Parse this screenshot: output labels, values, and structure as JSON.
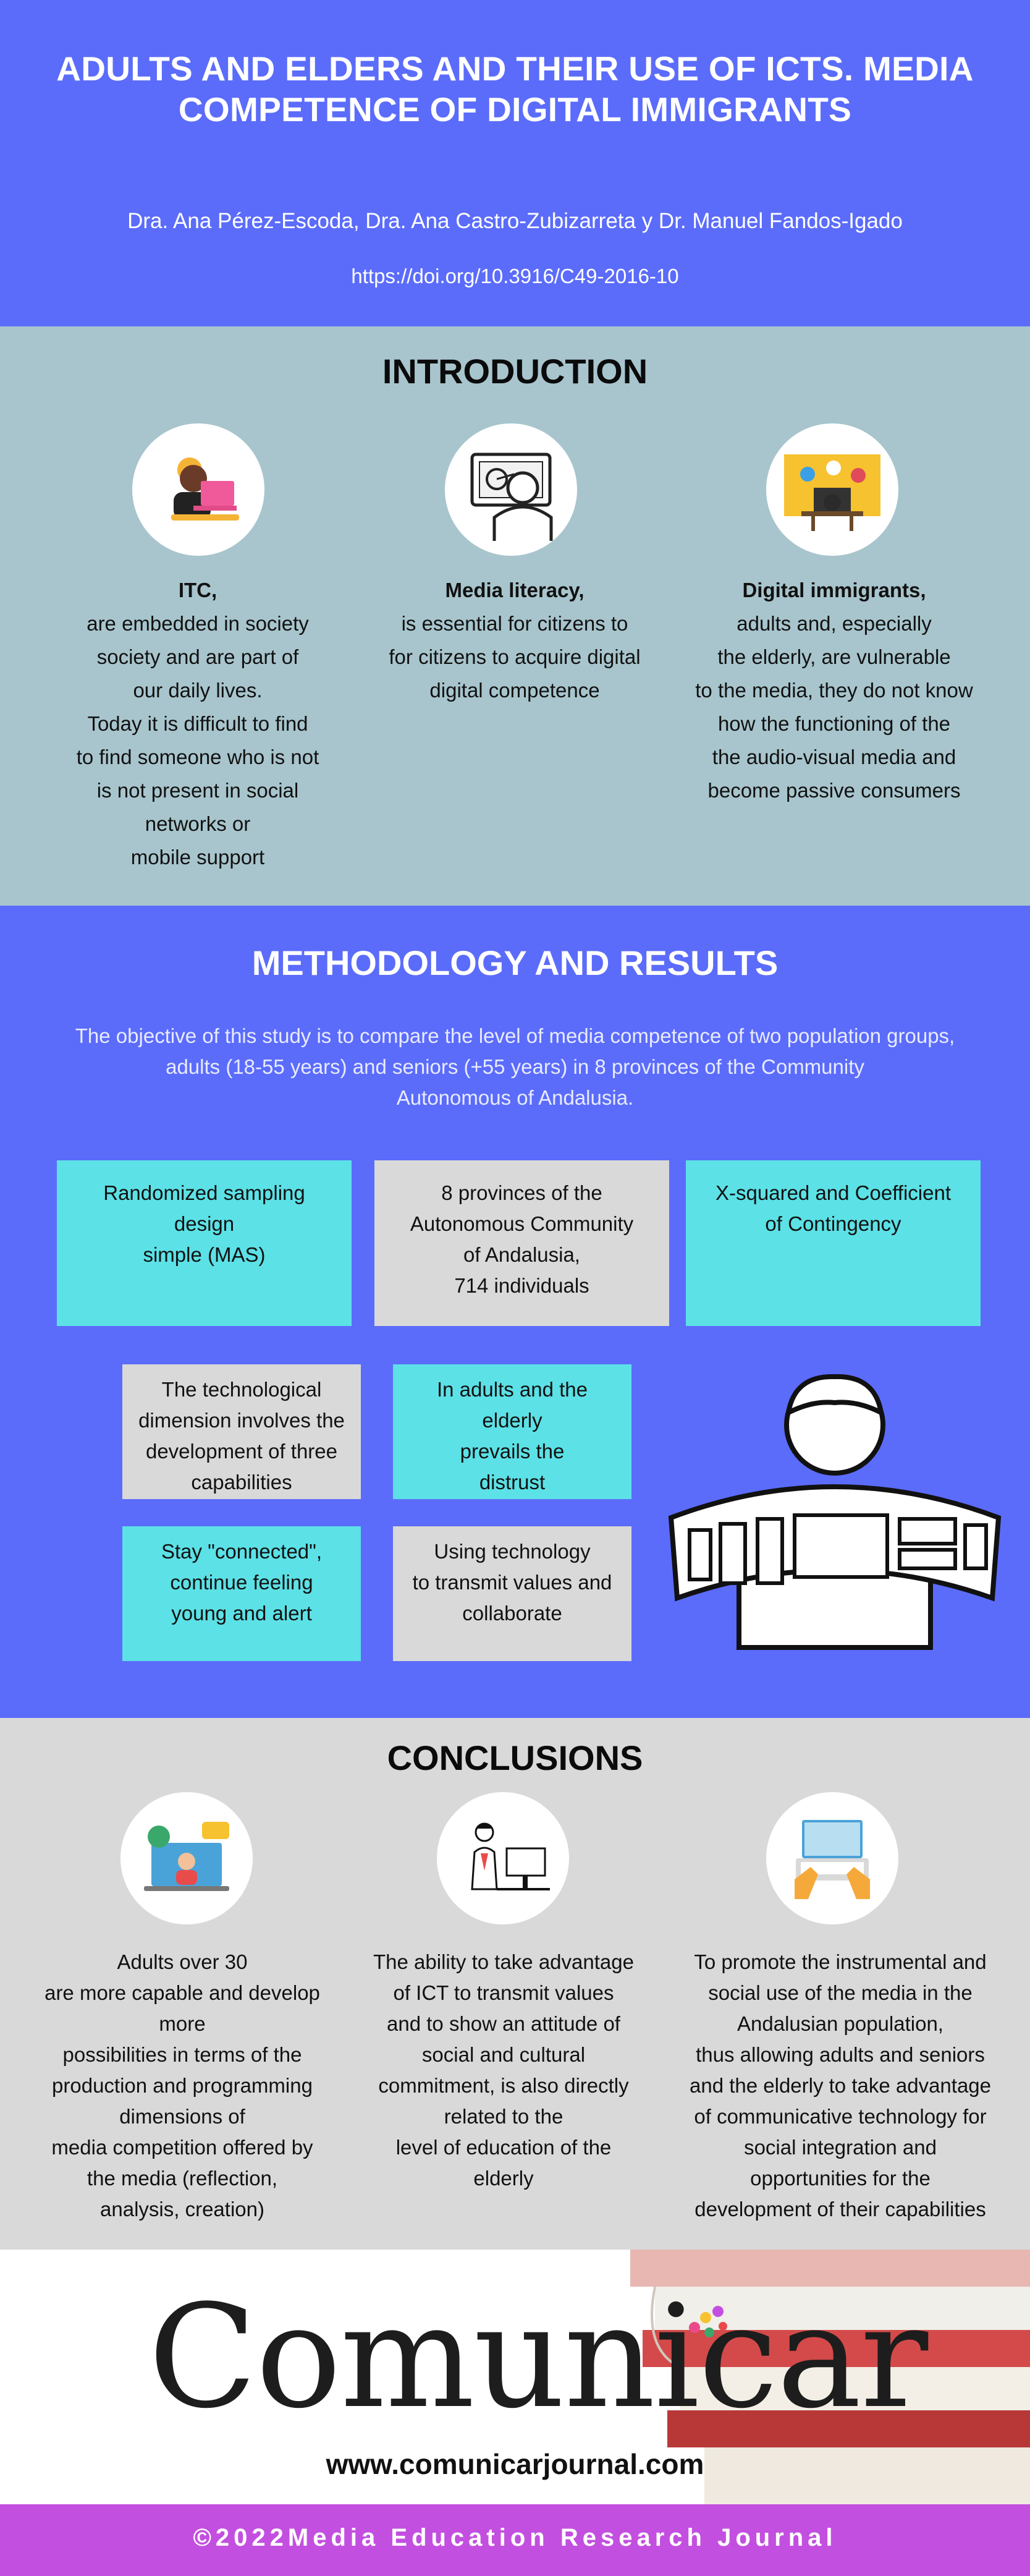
{
  "header": {
    "title": "ADULTS AND ELDERS AND THEIR USE OF ICTS. MEDIA COMPETENCE OF DIGITAL IMMIGRANTS",
    "authors": "Dra. Ana Pérez-Escoda, Dra. Ana Castro-Zubizarreta  y Dr. Manuel Fandos-Igado",
    "doi": "https://doi.org/10.3916/C49-2016-10"
  },
  "intro": {
    "heading": "INTRODUCTION",
    "columns": [
      {
        "icon": "woman-with-laptop-icon",
        "lead": "ITC,",
        "lines": [
          "are embedded in society",
          "society and are part of",
          "our daily lives.",
          "Today it is difficult to find",
          "to find someone who is not",
          "is not present in social",
          "networks or",
          "mobile support"
        ]
      },
      {
        "icon": "person-at-screen-icon",
        "lead": "Media literacy,",
        "lines": [
          "is essential for citizens to",
          "for citizens to acquire digital",
          "digital competence"
        ]
      },
      {
        "icon": "person-at-computer-icon",
        "lead": "Digital immigrants,",
        "lines": [
          "adults and, especially",
          "the elderly, are vulnerable",
          "to the media, they do not know",
          "how the functioning of the",
          "the audio-visual media and",
          "become passive consumers"
        ]
      }
    ]
  },
  "method": {
    "heading": "METHODOLOGY AND RESULTS",
    "objective": [
      "The objective of this study is to compare the level of media competence of two population groups,",
      "adults (18-55 years) and seniors (+55 years) in 8 provinces of the Community",
      "Autonomous of Andalusia."
    ],
    "top_boxes": [
      {
        "lines": [
          "Randomized sampling",
          "design",
          "simple (MAS)"
        ]
      },
      {
        "lines": [
          "8 provinces of the",
          "Autonomous Community",
          "of Andalusia,",
          "714 individuals"
        ]
      },
      {
        "lines": [
          "X-squared and Coefficient",
          "of Contingency"
        ]
      }
    ],
    "result_boxes": [
      {
        "lines": [
          "The technological",
          "dimension involves the",
          "development of three",
          "capabilities"
        ]
      },
      {
        "lines": [
          "In adults and the",
          "elderly",
          "prevails the",
          "distrust"
        ]
      },
      {
        "lines": [
          "Stay \"connected\",",
          "continue feeling",
          "young and alert"
        ]
      },
      {
        "lines": [
          "Using technology",
          "to transmit values and",
          "collaborate"
        ]
      }
    ],
    "illustration_icon": "person-with-screens-icon",
    "colors": {
      "cyan": "#5ce1e6",
      "grey": "#d9d9d9"
    }
  },
  "conclusions": {
    "heading": "CONCLUSIONS",
    "columns": [
      {
        "icon": "video-call-icon",
        "lines": [
          "Adults over 30",
          "are more capable and develop",
          "more",
          "possibilities in terms of the",
          "production and programming",
          "dimensions of",
          "media competition offered by",
          "the media (reflection,",
          "analysis, creation)"
        ]
      },
      {
        "icon": "woman-at-desktop-icon",
        "lines": [
          "The ability to take advantage",
          "of ICT to transmit values",
          "and to show an attitude of",
          "social and cultural",
          "commitment, is also directly",
          "related to the",
          "level of education of the",
          "elderly"
        ]
      },
      {
        "icon": "hands-on-laptop-icon",
        "lines": [
          "To promote the instrumental and",
          "social use of the media in the",
          "Andalusian population,",
          "thus allowing adults and seniors",
          "and the elderly to take advantage",
          "of communicative technology for",
          "social integration and",
          "opportunities for the",
          "development of their capabilities"
        ]
      }
    ]
  },
  "footer": {
    "logo": "Comunicar",
    "site": "www.comunicarjournal.com",
    "bottom": "©2022Media Education Research Journal"
  },
  "colors": {
    "blue": "#5b6cfb",
    "teal": "#a8c5cd",
    "grey": "#d9d9d9",
    "purple": "#c34fe0"
  }
}
